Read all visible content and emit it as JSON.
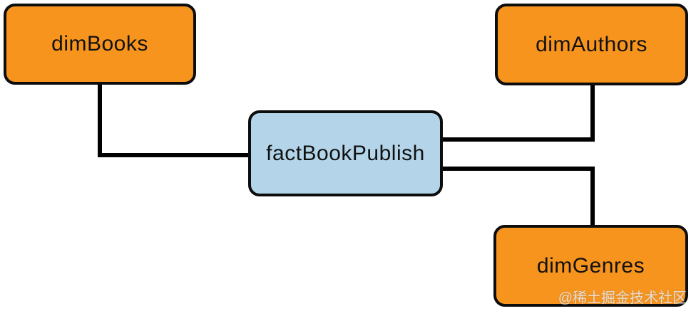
{
  "diagram": {
    "type": "entity-relationship-star-schema",
    "background": "#ffffff"
  },
  "colors": {
    "dimension_fill": "#F7941E",
    "fact_fill": "#B4D5E9",
    "node_border": "#0d0d0d",
    "connector": "#000000",
    "label_text": "#111111",
    "watermark_text": "#EBEBEB"
  },
  "nodes": [
    {
      "label": "dimBooks",
      "type": "dimension",
      "position": "top-left"
    },
    {
      "label": "dimAuthors",
      "type": "dimension",
      "position": "top-right"
    },
    {
      "label": "factBookPublish",
      "type": "fact",
      "position": "center"
    },
    {
      "label": "dimGenres",
      "type": "dimension",
      "position": "bottom-right"
    }
  ],
  "edges": [
    {
      "from": "dimBooks",
      "to": "factBookPublish",
      "style": "elbow"
    },
    {
      "from": "factBookPublish",
      "to": "dimAuthors",
      "style": "elbow"
    },
    {
      "from": "factBookPublish",
      "to": "dimGenres",
      "style": "elbow"
    }
  ],
  "watermark": {
    "text": "@稀土掘金技术社区"
  }
}
